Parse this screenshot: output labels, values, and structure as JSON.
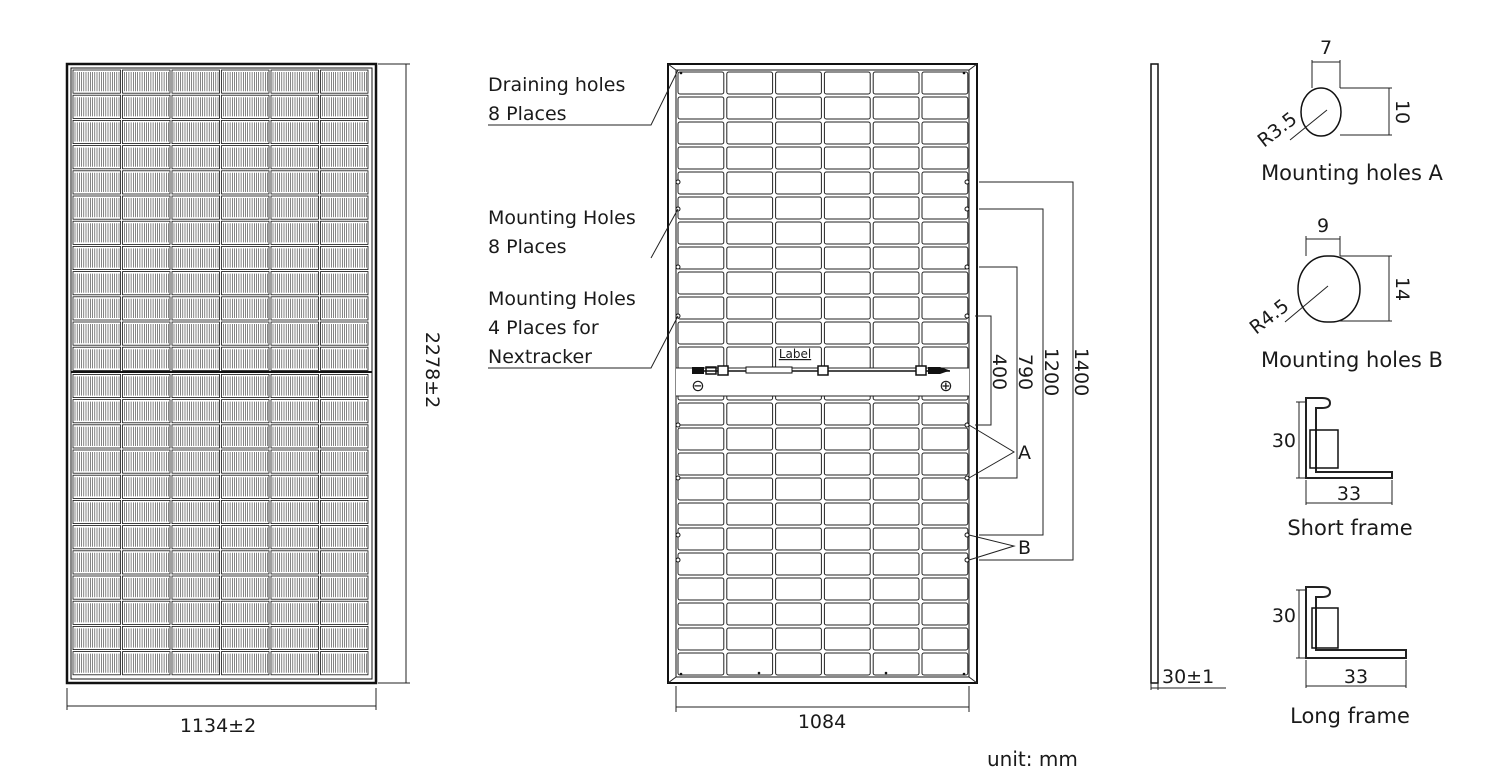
{
  "front_view": {
    "width_label": "1134±2",
    "height_label": "2278±2"
  },
  "back_view": {
    "draining_holes": [
      "Draining holes",
      "8 Places"
    ],
    "mounting_holes": [
      "Mounting Holes",
      "8 Places"
    ],
    "nextracker_holes": [
      "Mounting Holes",
      "4 Places for",
      "Nextracker"
    ],
    "label_tag": "Label",
    "minus_sign": "⊖",
    "plus_sign": "⊕",
    "width_label": "1084",
    "vertical_dims": [
      "400",
      "790",
      "1200",
      "1400"
    ],
    "hole_marker_a": "A",
    "hole_marker_b": "B"
  },
  "side_view": {
    "thickness_label": "30±1"
  },
  "details": {
    "hole_a": {
      "width": "7",
      "height": "10",
      "radius": "R3.5",
      "caption": "Mounting holes A"
    },
    "hole_b": {
      "width": "9",
      "height": "14",
      "radius": "R4.5",
      "caption": "Mounting holes B"
    },
    "short_frame": {
      "height": "30",
      "width": "33",
      "caption": "Short frame"
    },
    "long_frame": {
      "height": "30",
      "width": "33",
      "caption": "Long frame"
    }
  },
  "unit_label": "unit: mm"
}
